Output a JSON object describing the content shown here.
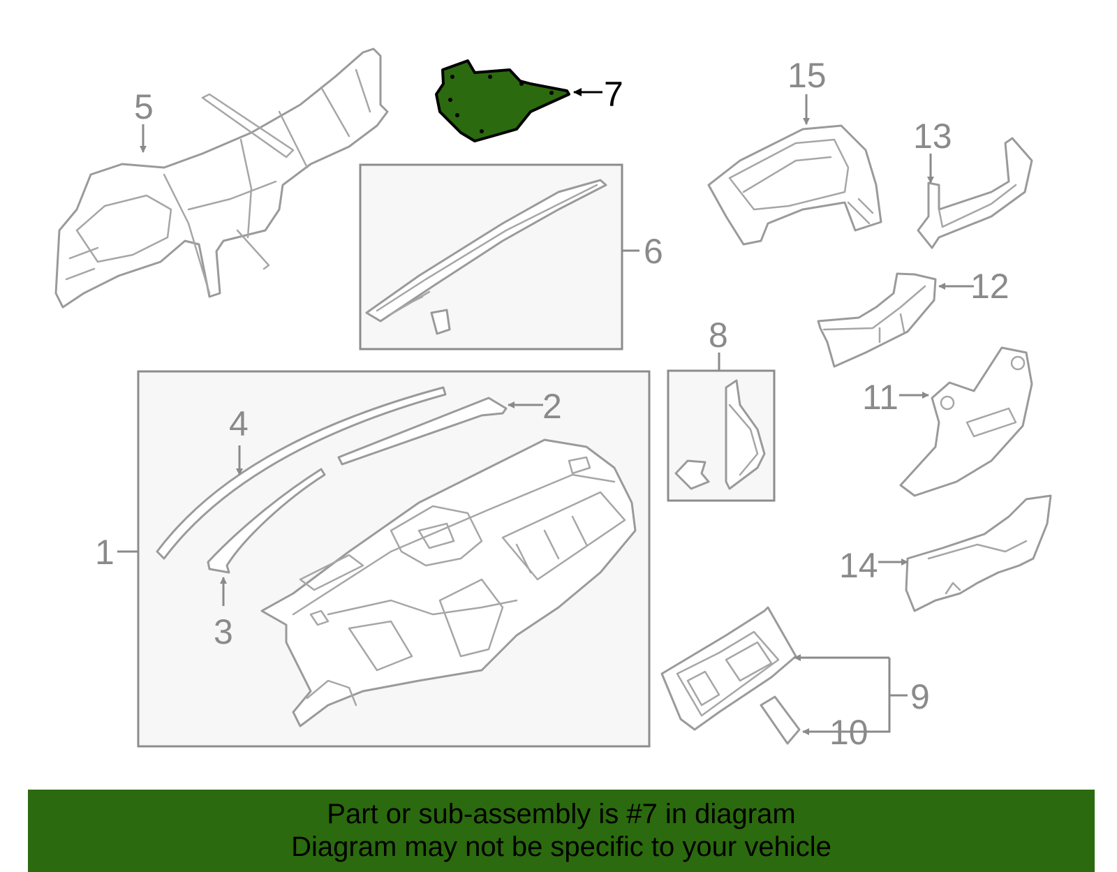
{
  "colors": {
    "highlight": "#2b6a0e",
    "banner_bg": "#2b6a0e",
    "line": "#9a9a9a",
    "callout_text": "#8a8a8a",
    "box_fill": "#f7f7f7"
  },
  "callouts": {
    "c1": "1",
    "c2": "2",
    "c3": "3",
    "c4": "4",
    "c5": "5",
    "c6": "6",
    "c7": "7",
    "c8": "8",
    "c9": "9",
    "c10": "10",
    "c11": "11",
    "c12": "12",
    "c13": "13",
    "c14": "14",
    "c15": "15"
  },
  "highlighted_part": "7",
  "banner": {
    "line1": "Part or sub-assembly is #7 in diagram",
    "line2": "Diagram may not be specific to your vehicle"
  }
}
